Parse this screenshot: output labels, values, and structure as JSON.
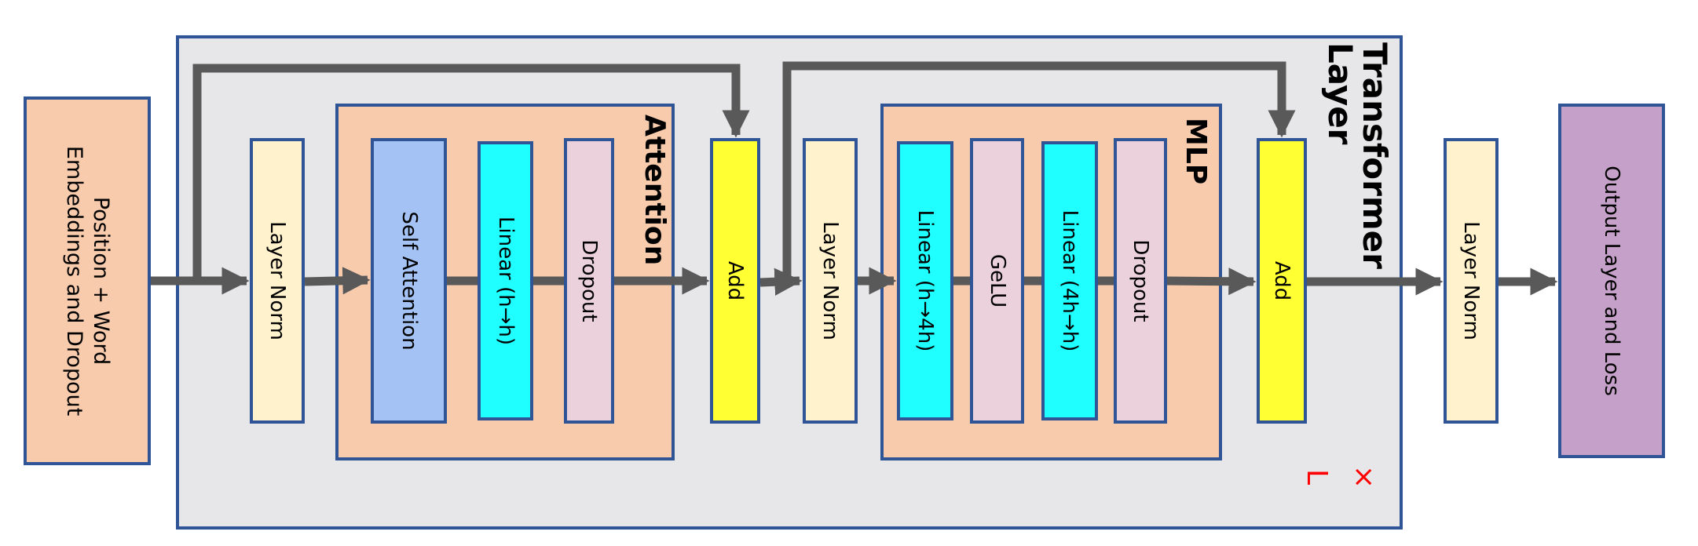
{
  "diagram": {
    "input_block": {
      "label": "Position + Word\nEmbeddings and Dropout"
    },
    "transformer_layer": {
      "title": "Transformer\nLayer",
      "repeat_label": "× L",
      "layer_norm_1": {
        "label": "Layer Norm"
      },
      "attention": {
        "title": "Attention",
        "self_attention": {
          "label": "Self Attention"
        },
        "linear": {
          "label": "Linear (h→h)"
        },
        "dropout": {
          "label": "Dropout"
        }
      },
      "add_1": {
        "label": "Add"
      },
      "layer_norm_2": {
        "label": "Layer Norm"
      },
      "mlp": {
        "title": "MLP",
        "linear_1": {
          "label": "Linear (h→4h)"
        },
        "gelu": {
          "label": "GeLU"
        },
        "linear_2": {
          "label": "Linear (4h→h)"
        },
        "dropout": {
          "label": "Dropout"
        }
      },
      "add_2": {
        "label": "Add"
      }
    },
    "final_layer_norm": {
      "label": "Layer Norm"
    },
    "output_block": {
      "label": "Output Layer and Loss"
    }
  },
  "colors": {
    "border": "#2f5597",
    "layer_bg": "#e7e6e8",
    "salmon": "#f8cbad",
    "cream": "#fff2cc",
    "blue": "#a4c2f4",
    "cyan": "#1fffff",
    "pink": "#ead1dc",
    "yellow": "#ffff33",
    "purple": "#c5a0c8",
    "arrow": "#595959",
    "repeat": "#ff0000"
  }
}
